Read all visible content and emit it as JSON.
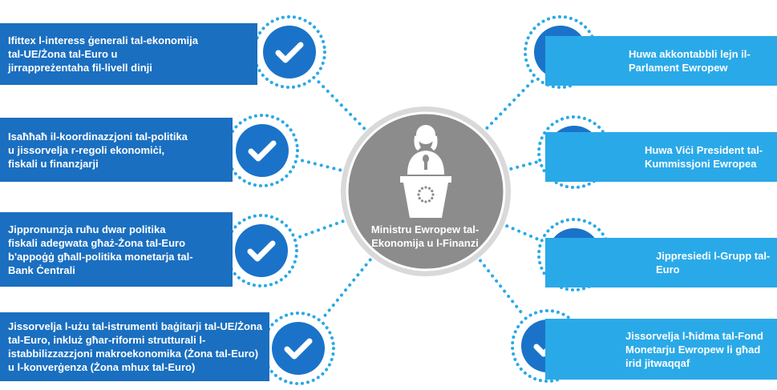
{
  "center": {
    "label": "Ministru Ewropew tal-Ekonomija u l-Finanzi",
    "icon": "minister-at-podium-icon"
  },
  "left_items": [
    {
      "text": "Ifittex l-interess ġenerali tal-ekonomija tal-UE/Żona tal-Euro u jirrappreżentaha fil-livell dinji",
      "icon": "checkmark-icon"
    },
    {
      "text": "Isaħħaħ il-koordinazzjoni tal-politika u jissorvelja r-regoli ekonomiċi, fiskali u finanzjarji",
      "icon": "checkmark-icon"
    },
    {
      "text": "Jippronunzja ruħu dwar politika fiskali adegwata għaż-Żona tal-Euro b'appoġġ għall-politika monetarja tal-Bank Ċentrali",
      "icon": "checkmark-icon"
    },
    {
      "text": "Jissorvelja l-użu tal-istrumenti baġitarji tal-UE/Żona tal-Euro, inkluż għar-riformi strutturali l-istabbilizzazzjoni makroekonomika (Żona tal-Euro) u l-konverġenza (Żona mhux tal-Euro)",
      "icon": "checkmark-icon"
    }
  ],
  "right_items": [
    {
      "text": "Huwa akkontabbli lejn il-Parlament Ewropew",
      "icon": "checkmark-icon"
    },
    {
      "text": "Huwa Viċi President tal-Kummissjoni Ewropea",
      "icon": "checkmark-icon"
    },
    {
      "text": "Jippresiedi l-Grupp tal-Euro",
      "icon": "checkmark-icon"
    },
    {
      "text": "Jissorvelja l-ħidma tal-Fond Monetarju Ewropew li għad irid jitwaqqaf",
      "icon": "checkmark-icon"
    }
  ],
  "colors": {
    "left_box": "#1a6fc0",
    "right_box": "#2aa9e8",
    "check_circle": "#1a73c9",
    "dots": "#2aa9e8",
    "center_circle": "#8c8c8c",
    "center_ring": "#d4d4d4"
  }
}
